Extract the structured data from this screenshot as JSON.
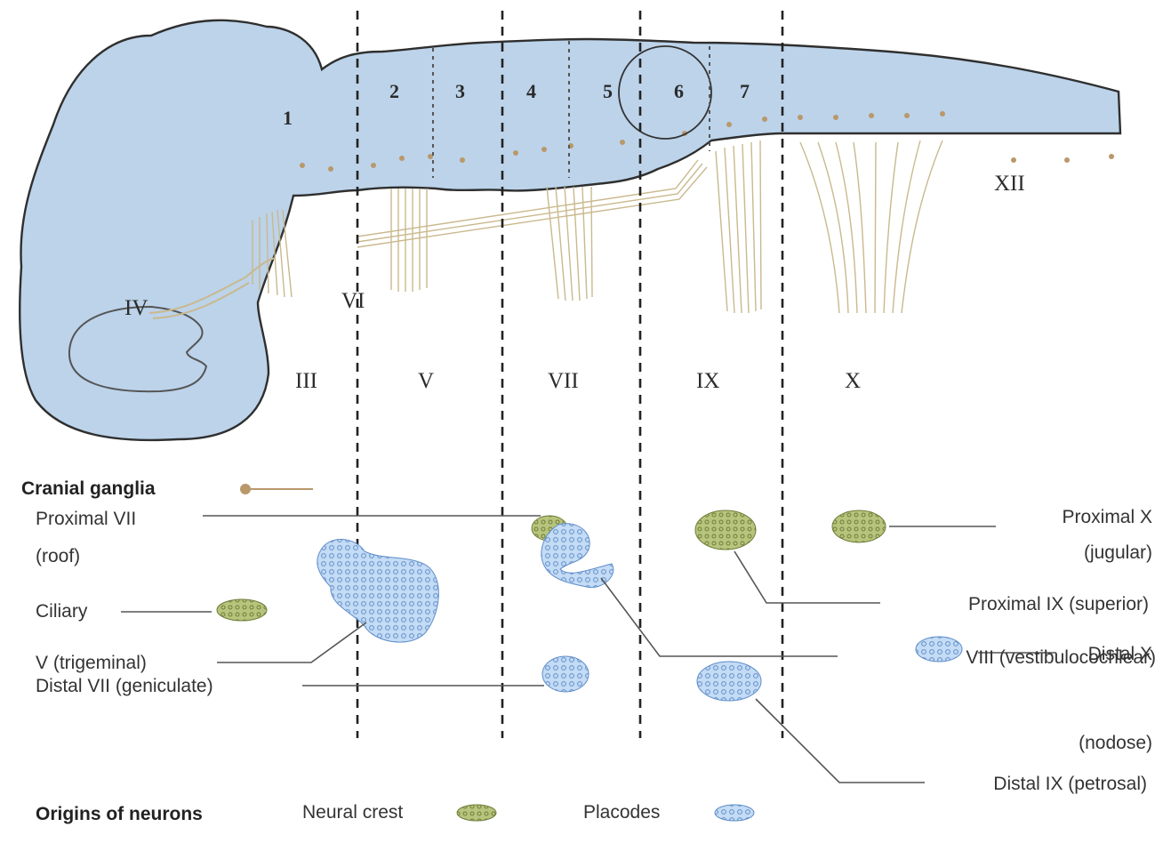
{
  "colors": {
    "neural_tube": "#bcd3ea",
    "neural_crest": "#a9b870",
    "placode": "#a9c8ee",
    "fiber": "#c9b98d",
    "ganglion_dot": "#b9986a"
  },
  "rhombomeres": [
    "1",
    "2",
    "3",
    "4",
    "5",
    "6",
    "7"
  ],
  "cranial_nerves": {
    "iv": "IV",
    "vi": "VI",
    "iii": "III",
    "v": "V",
    "vii": "VII",
    "ix": "IX",
    "x": "X",
    "xii": "XII"
  },
  "ganglia_labels": {
    "heading": "Cranial ganglia",
    "proximal_vii_line1": "Proximal VII",
    "proximal_vii_line2": "(roof)",
    "ciliary": "Ciliary",
    "trigeminal": "V (trigeminal)",
    "distal_vii": "Distal VII (geniculate)",
    "proximal_x_line1": "Proximal X",
    "proximal_x_line2": "(jugular)",
    "proximal_ix": "Proximal IX (superior)",
    "viii": "VIII (vestibulocochlear)",
    "distal_x_line1": "Distal X",
    "distal_x_line2": "(nodose)",
    "distal_ix": "Distal IX (petrosal)"
  },
  "legend": {
    "title": "Origins of neurons",
    "neural_crest": "Neural crest",
    "placodes": "Placodes"
  },
  "icons": {
    "ganglion_marker": "ganglion-pin-icon",
    "neural_crest": "neural-crest-cluster-icon",
    "placodes": "placode-cluster-icon"
  }
}
